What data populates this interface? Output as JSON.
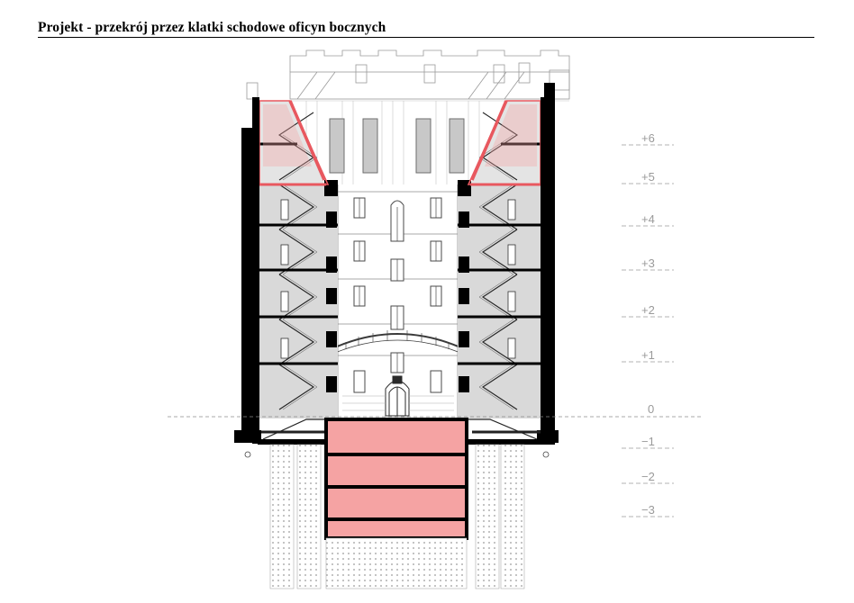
{
  "header": {
    "title": "Projekt - przekrój przez klatki schodowe oficyn bocznych"
  },
  "levels": [
    "+6",
    "+5",
    "+4",
    "+3",
    "+2",
    "+1",
    "0",
    "−1",
    "−2",
    "−3"
  ],
  "colors": {
    "ink": "#000000",
    "wall_fill": "#d9d9d9",
    "new_structure": "#f5a3a3",
    "new_outline": "#e8585f",
    "linework": "#8c8c8c",
    "light_linework": "#bdbdbd"
  }
}
